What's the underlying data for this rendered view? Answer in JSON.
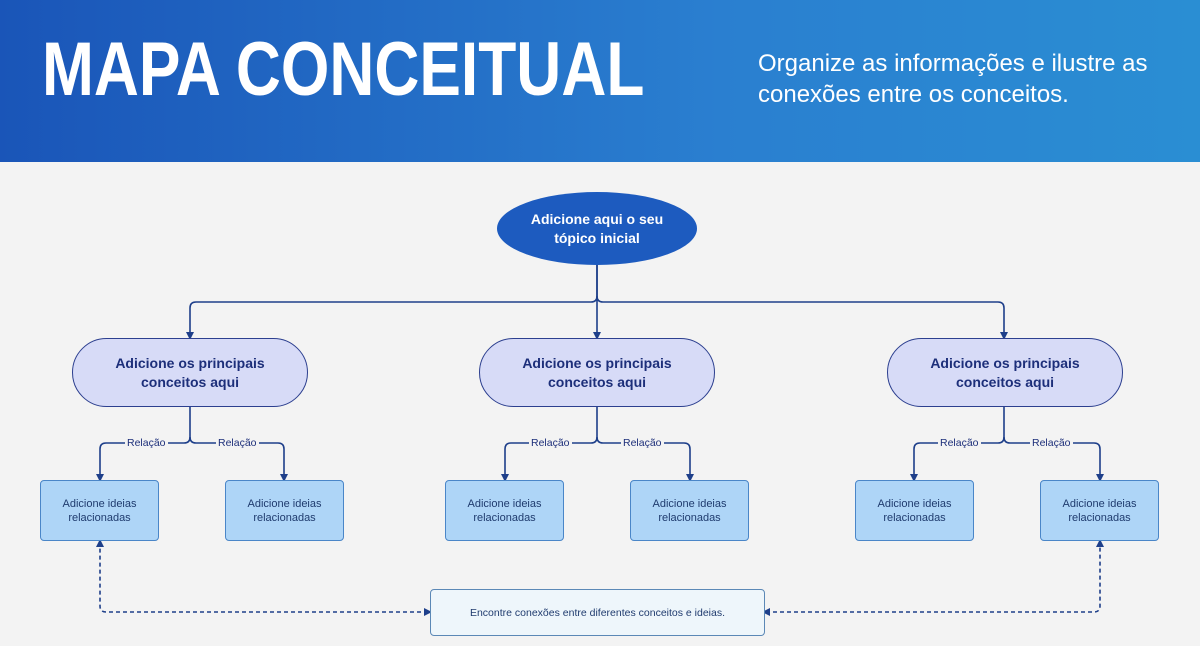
{
  "header": {
    "title": "MAPA CONCEITUAL",
    "subtitle": "Organize as informações e ilustre as conexões entre os conceitos."
  },
  "map": {
    "root": "Adicione aqui o seu tópico inicial",
    "concepts": [
      {
        "label": "Adicione os principais conceitos aqui",
        "relations": [
          "Relação",
          "Relação"
        ],
        "ideas": [
          "Adicione ideias relacionadas",
          "Adicione ideias relacionadas"
        ]
      },
      {
        "label": "Adicione os principais conceitos aqui",
        "relations": [
          "Relação",
          "Relação"
        ],
        "ideas": [
          "Adicione ideias relacionadas",
          "Adicione ideias relacionadas"
        ]
      },
      {
        "label": "Adicione os principais conceitos aqui",
        "relations": [
          "Relação",
          "Relação"
        ],
        "ideas": [
          "Adicione ideias relacionadas",
          "Adicione ideias relacionadas"
        ]
      }
    ],
    "connections_note": "Encontre conexões entre diferentes conceitos e ideias."
  },
  "colors": {
    "header_start": "#1a55b8",
    "header_end": "#2a8ed3",
    "root_fill": "#1d5bbf",
    "concept_fill": "#d7dbf7",
    "idea_fill": "#aed5f7",
    "line": "#1e3f8a"
  }
}
